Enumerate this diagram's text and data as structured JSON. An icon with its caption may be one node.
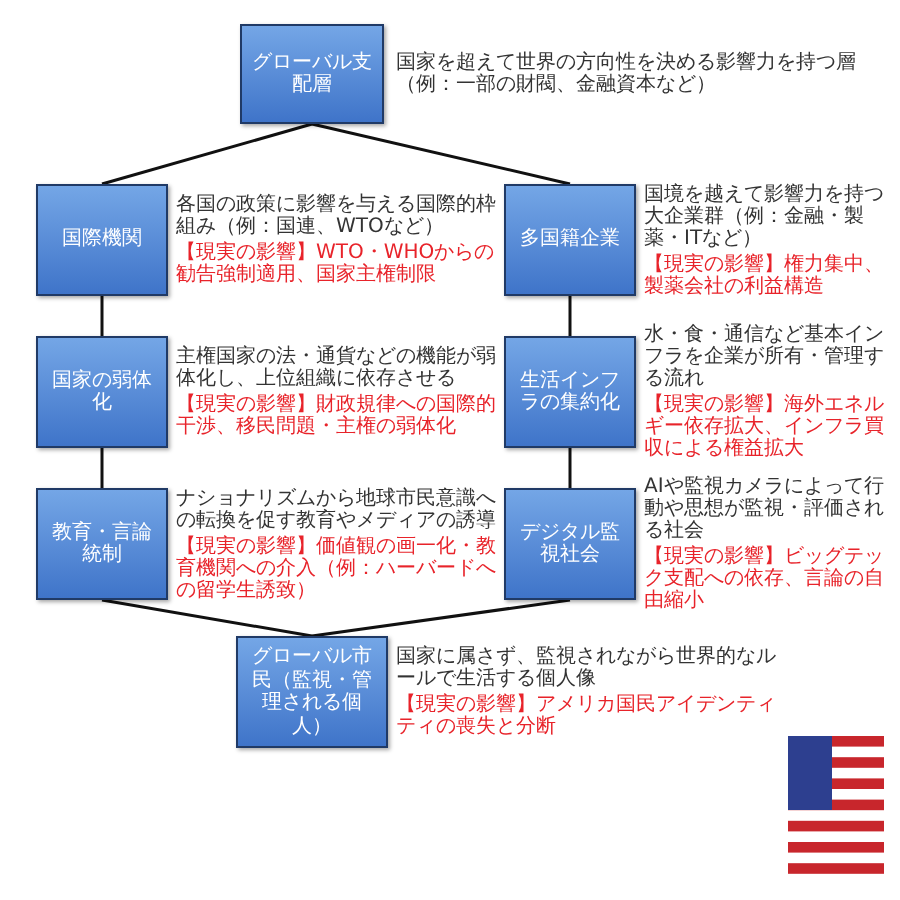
{
  "diagram": {
    "nodes": [
      {
        "text": [
          "グローバル支配層"
        ],
        "beside": [
          "国家を超えて世界の方向性を決める影響力を持つ層（例：一部の財閥、金融資本など）"
        ]
      },
      {
        "text": [
          "国際機関"
        ],
        "beside": [
          "各国の政策に影響を与える国際的枠組み（例：国連、WTOなど）",
          "【現実の影響】WTO・WHOからの勧告強制適用、国家主権制限"
        ]
      },
      {
        "text": [
          "多国籍企業"
        ],
        "beside": [
          "国境を越えて影響力を持つ大企業群（例：金融・製薬・ITなど）",
          "【現実の影響】権力集中、製薬会社の利益構造"
        ]
      },
      {
        "text": [
          "国家の弱体化"
        ],
        "beside": [
          "主権国家の法・通貨などの機能が弱体化し、上位組織に依存させる",
          "【現実の影響】財政規律への国際的干渉、移民問題・主権の弱体化"
        ]
      },
      {
        "text": [
          "生活インフラの集約化"
        ],
        "beside": [
          "水・食・通信など基本インフラを企業が所有・管理する流れ",
          "【現実の影響】海外エネルギー依存拡大、インフラ買収による権益拡大"
        ]
      },
      {
        "text": [
          "教育・言論統制"
        ],
        "beside": [
          "ナショナリズムから地球市民意識への転換を促す教育やメディアの誘導",
          "【現実の影響】価値観の画一化・教育機関への介入（例：ハーバードへの留学生誘致）"
        ]
      },
      {
        "text": [
          "デジタル監視社会"
        ],
        "beside": [
          "AIや監視カメラによって行動や思想が監視・評価される社会",
          "【現実の影響】ビッグテック支配への依存、言論の自由縮小"
        ]
      },
      {
        "text": [
          "グローバル市民（監視・管理される個人）"
        ],
        "beside": [
          "国家に属さず、監視されながら世界的なルールで生活する個人像",
          "【現実の影響】アメリカ国民アイデンティティの喪失と分断"
        ]
      }
    ],
    "edges": [
      {
        "from": 0,
        "to": 1,
        "arrow": "none"
      },
      {
        "from": 0,
        "to": 2,
        "arrow": "none"
      },
      {
        "from": 1,
        "to": 3,
        "arrow": "none"
      },
      {
        "from": 3,
        "to": 5,
        "arrow": "none"
      },
      {
        "from": 2,
        "to": 4,
        "arrow": "none"
      },
      {
        "from": 4,
        "to": 6,
        "arrow": "none"
      },
      {
        "from": 5,
        "to": 7,
        "arrow": "none"
      },
      {
        "from": 6,
        "to": 7,
        "arrow": "none"
      }
    ]
  }
}
